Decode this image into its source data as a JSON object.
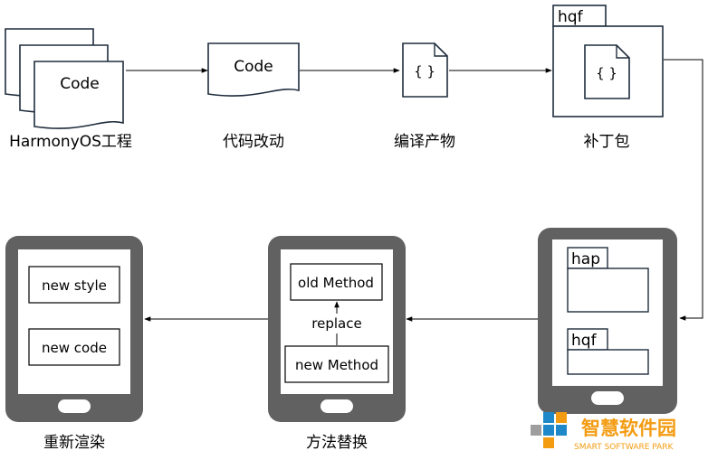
{
  "top_flow": {
    "project": {
      "code_label": "Code",
      "caption": "HarmonyOS工程"
    },
    "change": {
      "code_label": "Code",
      "caption": "代码改动"
    },
    "artifact": {
      "glyph": "{ }",
      "caption": "编译产物"
    },
    "patch": {
      "tab_label": "hqf",
      "glyph": "{ }",
      "caption": "补丁包"
    }
  },
  "bottom_flow": {
    "device_install": {
      "hap_label": "hap",
      "hqf_label": "hqf"
    },
    "method_replace": {
      "old_method": "old Method",
      "replace_label": "replace",
      "new_method": "new Method",
      "caption": "方法替换"
    },
    "rerender": {
      "new_style": "new style",
      "new_code": "new code",
      "caption": "重新渲染"
    }
  },
  "watermark": {
    "name_cn": "智慧软件园",
    "name_en": "SMART SOFTWARE PARK",
    "colors": {
      "blue": "#1e88c9",
      "orange": "#f39c12",
      "gray": "#9e9e9e"
    }
  },
  "colors": {
    "device": "#616161",
    "line": "#000000",
    "doc_stroke": "#1f2d3d"
  }
}
